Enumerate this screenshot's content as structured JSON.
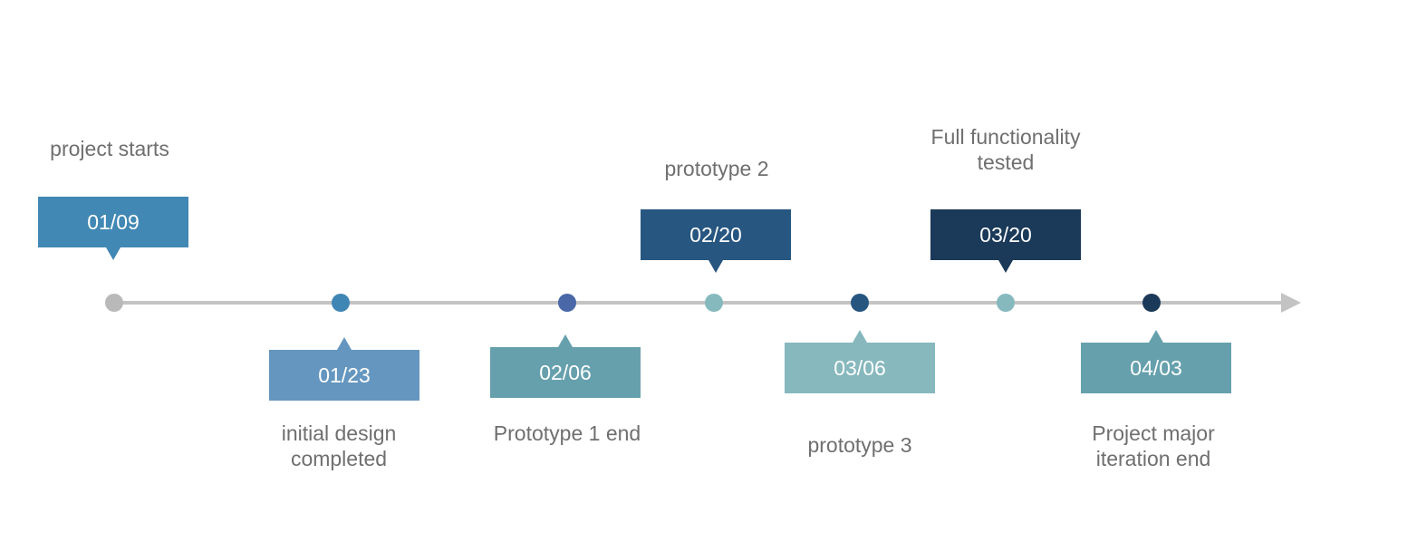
{
  "milestones": [
    {
      "date": "01/09",
      "caption": "project starts",
      "side": "above",
      "box_color": "#4188b4",
      "dot_color": "#b9b9b9"
    },
    {
      "date": "01/23",
      "caption": "initial design completed",
      "side": "below",
      "box_color": "#6496bf",
      "dot_color": "#3f86b4"
    },
    {
      "date": "02/06",
      "caption": "Prototype 1 end",
      "side": "below",
      "box_color": "#66a0ad",
      "dot_color": "#4a68a8"
    },
    {
      "date": "02/20",
      "caption": "prototype 2",
      "side": "above",
      "box_color": "#275680",
      "dot_color": "#86b9bd"
    },
    {
      "date": "03/06",
      "caption": "prototype 3",
      "side": "below",
      "box_color": "#86b8bd",
      "dot_color": "#265580"
    },
    {
      "date": "03/20",
      "caption": "Full functionality tested",
      "side": "above",
      "box_color": "#1b3959",
      "dot_color": "#86b9bd"
    },
    {
      "date": "04/03",
      "caption": "Project major iteration end",
      "side": "below",
      "box_color": "#66a0ad",
      "dot_color": "#1b3959"
    }
  ],
  "axis_color": "#c3c3c3",
  "caption_color": "#6f6f6f"
}
